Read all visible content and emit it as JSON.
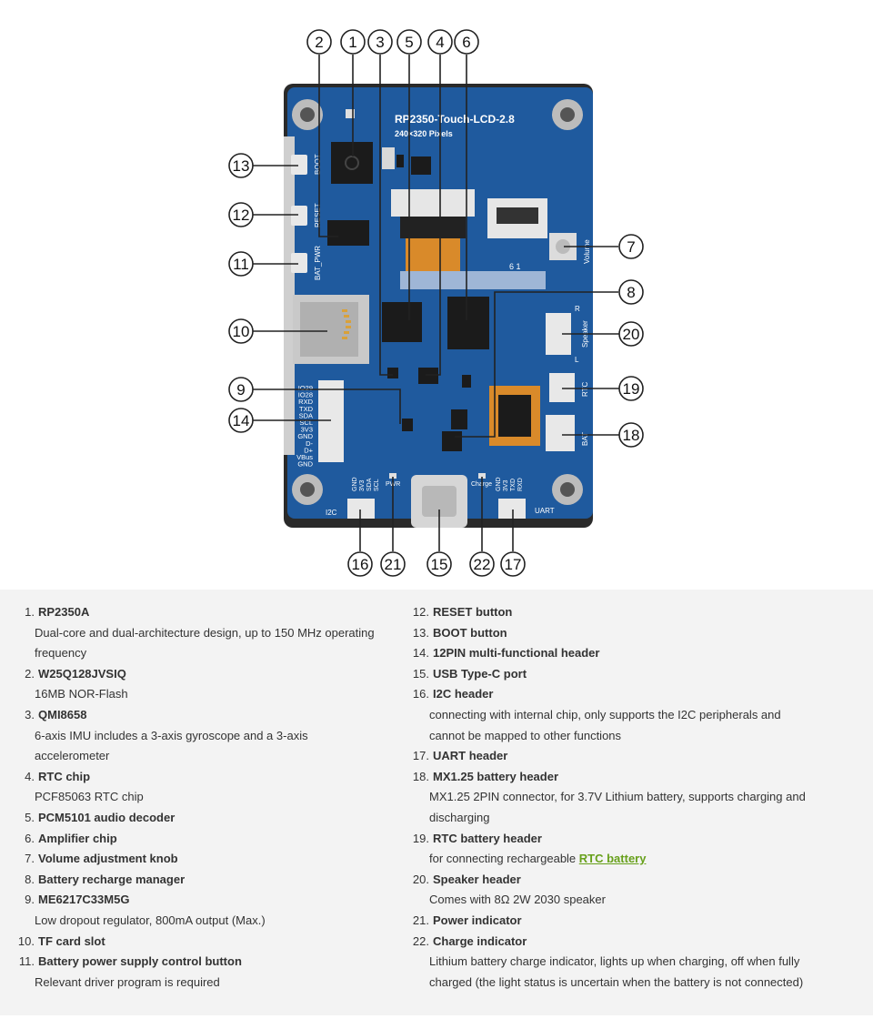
{
  "board": {
    "title": "RP2350-Touch-LCD-2.8",
    "subtitle": "240×320 Pixels",
    "silkscreen": {
      "boot": "BOOT",
      "reset": "RESET",
      "bat_pwr": "BAT_PWR",
      "volume": "Volume",
      "speaker": "Speaker",
      "speaker_l": "L",
      "speaker_r": "R",
      "rtc": "RTC",
      "bat": "BAT",
      "i2c": "I2C",
      "uart": "UART",
      "pwr": "PWR",
      "charge": "Charge",
      "header12": [
        "IO29",
        "IO28",
        "RXD",
        "TXD",
        "SDA",
        "SCL",
        "3V3",
        "GND",
        "D-",
        "D+",
        "VBus",
        "GND"
      ],
      "i2c_pins": [
        "GND",
        "3V3",
        "SDA",
        "SCL"
      ],
      "uart_pins": [
        "GND",
        "3V3",
        "TXD",
        "RXD"
      ],
      "connector_61": "6 1"
    }
  },
  "callouts": [
    "1",
    "2",
    "3",
    "4",
    "5",
    "6",
    "7",
    "8",
    "9",
    "10",
    "11",
    "12",
    "13",
    "14",
    "15",
    "16",
    "17",
    "18",
    "19",
    "20",
    "21",
    "22"
  ],
  "legend": {
    "left": [
      {
        "num": "1.",
        "title": "RP2350A",
        "desc": [
          "Dual-core and dual-architecture design, up to 150 MHz operating",
          "frequency"
        ]
      },
      {
        "num": "2.",
        "title": "W25Q128JVSIQ",
        "desc": [
          "16MB NOR-Flash"
        ]
      },
      {
        "num": "3.",
        "title": "QMI8658",
        "desc": [
          "6-axis IMU includes a 3-axis gyroscope and a 3-axis accelerometer"
        ]
      },
      {
        "num": "4.",
        "title": "RTC chip",
        "desc": [
          "PCF85063 RTC chip"
        ]
      },
      {
        "num": "5.",
        "title": "PCM5101 audio decoder",
        "desc": []
      },
      {
        "num": "6.",
        "title": "Amplifier chip",
        "desc": []
      },
      {
        "num": "7.",
        "title": "Volume adjustment knob",
        "desc": []
      },
      {
        "num": "8.",
        "title": "Battery recharge manager",
        "desc": []
      },
      {
        "num": "9.",
        "title": "ME6217C33M5G",
        "desc": [
          "Low dropout regulator, 800mA output (Max.)"
        ]
      },
      {
        "num": "10.",
        "title": "TF card slot",
        "desc": []
      },
      {
        "num": "11.",
        "title": "Battery power supply control button",
        "desc": [
          "Relevant driver program is required"
        ]
      }
    ],
    "right": [
      {
        "num": "12.",
        "title": "RESET button",
        "desc": []
      },
      {
        "num": "13.",
        "title": "BOOT button",
        "desc": []
      },
      {
        "num": "14.",
        "title": "12PIN multi-functional header",
        "desc": []
      },
      {
        "num": "15.",
        "title": "USB Type-C port",
        "desc": []
      },
      {
        "num": "16.",
        "title": "I2C header",
        "desc": [
          "connecting with internal chip, only supports the I2C peripherals and",
          "cannot be mapped to other functions"
        ]
      },
      {
        "num": "17.",
        "title": "UART header",
        "desc": []
      },
      {
        "num": "18.",
        "title": "MX1.25 battery header",
        "desc": [
          "MX1.25 2PIN connector, for 3.7V Lithium battery, supports charging and",
          "discharging"
        ]
      },
      {
        "num": "19.",
        "title": "RTC battery header",
        "desc": [],
        "desc_prefix": "for connecting rechargeable ",
        "desc_link": "RTC battery"
      },
      {
        "num": "20.",
        "title": "Speaker header",
        "desc": [
          "Comes with 8Ω 2W 2030 speaker"
        ]
      },
      {
        "num": "21.",
        "title": "Power indicator",
        "desc": []
      },
      {
        "num": "22.",
        "title": "Charge indicator",
        "desc": [
          "Lithium battery charge indicator, lights up when charging, off when fully",
          "charged (the light status is uncertain when the battery is not connected)"
        ]
      }
    ]
  },
  "colors": {
    "pcb": "#1f5a9e",
    "pcb_dark": "#17467d",
    "frame": "#2a2a2a",
    "silk": "#ffffff",
    "chip": "#1b1b1b",
    "flex": "#d98a2a",
    "link": "#67a01b"
  }
}
